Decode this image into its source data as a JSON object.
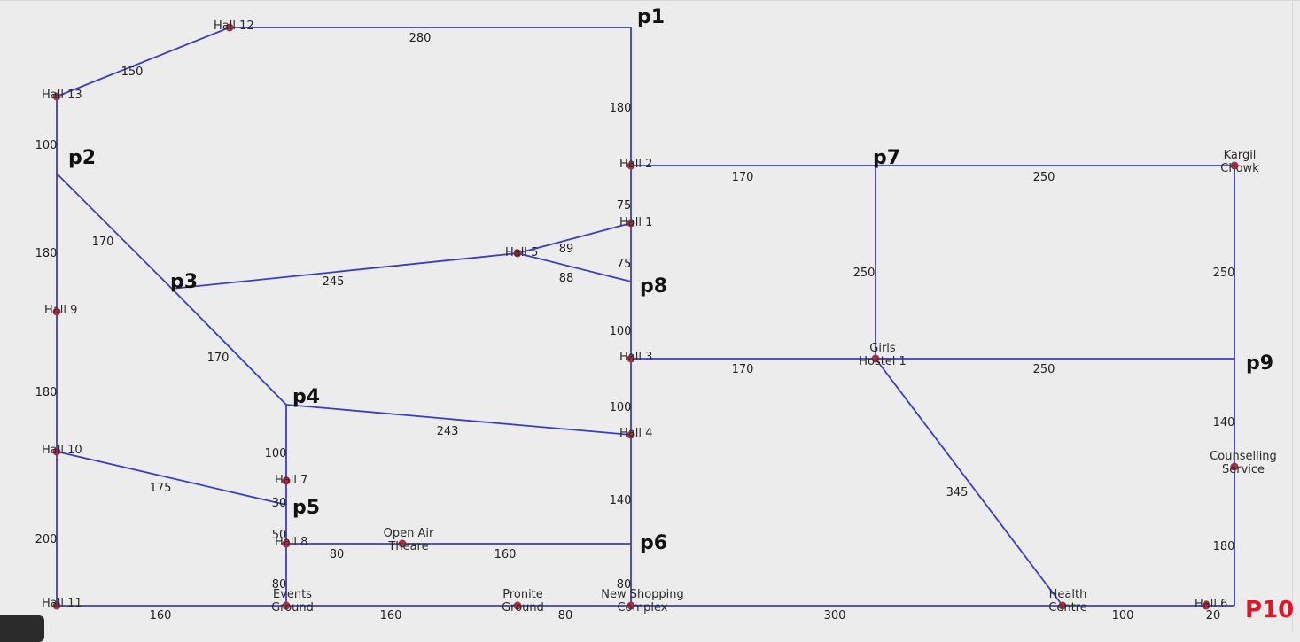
{
  "colors": {
    "background": "#ececec",
    "edge": "#3c3cc4",
    "node": "#a33045",
    "point_label": "#111111",
    "point_label_accent": "#e0152a"
  },
  "nodes": [
    {
      "id": "hall12",
      "label": [
        "Hall 12"
      ]
    },
    {
      "id": "hall13",
      "label": [
        "Hall 13"
      ]
    },
    {
      "id": "hall9",
      "label": [
        "Hall 9"
      ]
    },
    {
      "id": "hall10",
      "label": [
        "Hall 10"
      ]
    },
    {
      "id": "hall11",
      "label": [
        "Hall 11"
      ]
    },
    {
      "id": "hall7",
      "label": [
        "Hall 7"
      ]
    },
    {
      "id": "hall8",
      "label": [
        "Hall 8"
      ]
    },
    {
      "id": "events",
      "label": [
        "Events",
        "Ground"
      ]
    },
    {
      "id": "openair",
      "label": [
        "Open Air",
        "Theare"
      ]
    },
    {
      "id": "pronite",
      "label": [
        "Pronite",
        "Ground"
      ]
    },
    {
      "id": "hall5",
      "label": [
        "Hall 5"
      ]
    },
    {
      "id": "hall2",
      "label": [
        "Hall 2"
      ]
    },
    {
      "id": "hall1",
      "label": [
        "Hall 1"
      ]
    },
    {
      "id": "hall3",
      "label": [
        "Hall 3"
      ]
    },
    {
      "id": "hall4",
      "label": [
        "Hall 4"
      ]
    },
    {
      "id": "nsc",
      "label": [
        "New Shopping",
        "Complex"
      ]
    },
    {
      "id": "girls",
      "label": [
        "Girls",
        "Hostel 1"
      ]
    },
    {
      "id": "kargil",
      "label": [
        "Kargil",
        "Chowk"
      ]
    },
    {
      "id": "counselling",
      "label": [
        "Counselling",
        "Service"
      ]
    },
    {
      "id": "health",
      "label": [
        "Health",
        "Centre"
      ]
    },
    {
      "id": "hall6",
      "label": [
        "Hall 6"
      ]
    }
  ],
  "points": [
    "p1",
    "p2",
    "p3",
    "p4",
    "p5",
    "p6",
    "p7",
    "p8",
    "p9",
    "P10"
  ],
  "edges": [
    {
      "id": "e_h12_p1",
      "weight": "280"
    },
    {
      "id": "e_h13_h12",
      "weight": "150"
    },
    {
      "id": "e_h13_p2",
      "weight": "100"
    },
    {
      "id": "e_p2_h9",
      "weight": "180"
    },
    {
      "id": "e_h9_h10",
      "weight": "180"
    },
    {
      "id": "e_h10_h11",
      "weight": "200"
    },
    {
      "id": "e_p2_p3",
      "weight": "170"
    },
    {
      "id": "e_p3_p4",
      "weight": "170"
    },
    {
      "id": "e_p3_h5",
      "weight": "245"
    },
    {
      "id": "e_p4_h4",
      "weight": "243"
    },
    {
      "id": "e_p4_h7",
      "weight": "100"
    },
    {
      "id": "e_h7_p5",
      "weight": "30"
    },
    {
      "id": "e_p5_h8",
      "weight": "50"
    },
    {
      "id": "e_h10_p5",
      "weight": "175"
    },
    {
      "id": "e_h8_ev",
      "weight": "80"
    },
    {
      "id": "e_h8_oa",
      "weight": "80"
    },
    {
      "id": "e_oa_p6",
      "weight": "160"
    },
    {
      "id": "e_h11_ev",
      "weight": "160"
    },
    {
      "id": "e_ev_pr",
      "weight": "160"
    },
    {
      "id": "e_pr_nsc",
      "weight": "80"
    },
    {
      "id": "e_p1_h2",
      "weight": "180"
    },
    {
      "id": "e_h2_h1",
      "weight": "75"
    },
    {
      "id": "e_h1_p8",
      "weight": "75"
    },
    {
      "id": "e_h5_h1",
      "weight": "89"
    },
    {
      "id": "e_h5_p8",
      "weight": "88"
    },
    {
      "id": "e_p8_h3",
      "weight": "100"
    },
    {
      "id": "e_h3_h4",
      "weight": "100"
    },
    {
      "id": "e_h4_p6",
      "weight": "140"
    },
    {
      "id": "e_p6_nsc",
      "weight": "80"
    },
    {
      "id": "e_h2_p7",
      "weight": "170"
    },
    {
      "id": "e_p7_kc",
      "weight": "250"
    },
    {
      "id": "e_p7_gh",
      "weight": "250"
    },
    {
      "id": "e_h3_gh",
      "weight": "170"
    },
    {
      "id": "e_gh_p9",
      "weight": "250"
    },
    {
      "id": "e_kc_p9",
      "weight": "250"
    },
    {
      "id": "e_p9_cs",
      "weight": "140"
    },
    {
      "id": "e_cs_p10",
      "weight": "180"
    },
    {
      "id": "e_gh_hc",
      "weight": "345"
    },
    {
      "id": "e_nsc_hc",
      "weight": "300"
    },
    {
      "id": "e_hc_h6",
      "weight": "100"
    },
    {
      "id": "e_h6_p10",
      "weight": "20"
    }
  ]
}
